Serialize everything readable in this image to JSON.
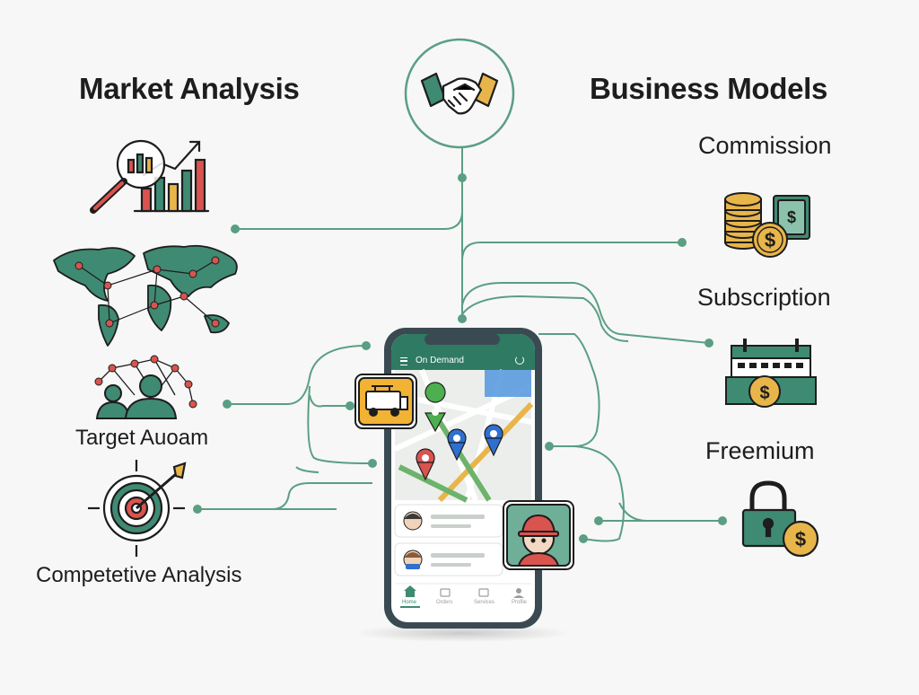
{
  "headings": {
    "left": "Market Analysis",
    "right": "Business Models"
  },
  "left_items": [
    {
      "label": "",
      "icon": "market-chart-icon"
    },
    {
      "label": "",
      "icon": "world-map-icon"
    },
    {
      "label": "Target Auoam",
      "icon": "audience-network-icon"
    },
    {
      "label": "Competetive Analysis",
      "icon": "target-dart-icon"
    }
  ],
  "right_items": [
    {
      "label": "Commission",
      "icon": "coins-money-icon"
    },
    {
      "label": "Subscription",
      "icon": "calendar-dollar-icon"
    },
    {
      "label": "Freemium",
      "icon": "padlock-dollar-icon"
    }
  ],
  "hub_icon": "handshake-icon",
  "phone": {
    "title": "On Demand",
    "menu_icon": "hamburger-icon",
    "action_icon": "refresh-icon",
    "nav": [
      "Home",
      "Orders",
      "Services",
      "Profile"
    ]
  },
  "colors": {
    "line": "#5a9e84",
    "teal": "#3f8a72",
    "accent_red": "#d9534f",
    "gold": "#e8b54a",
    "frame": "#3a4a52"
  }
}
